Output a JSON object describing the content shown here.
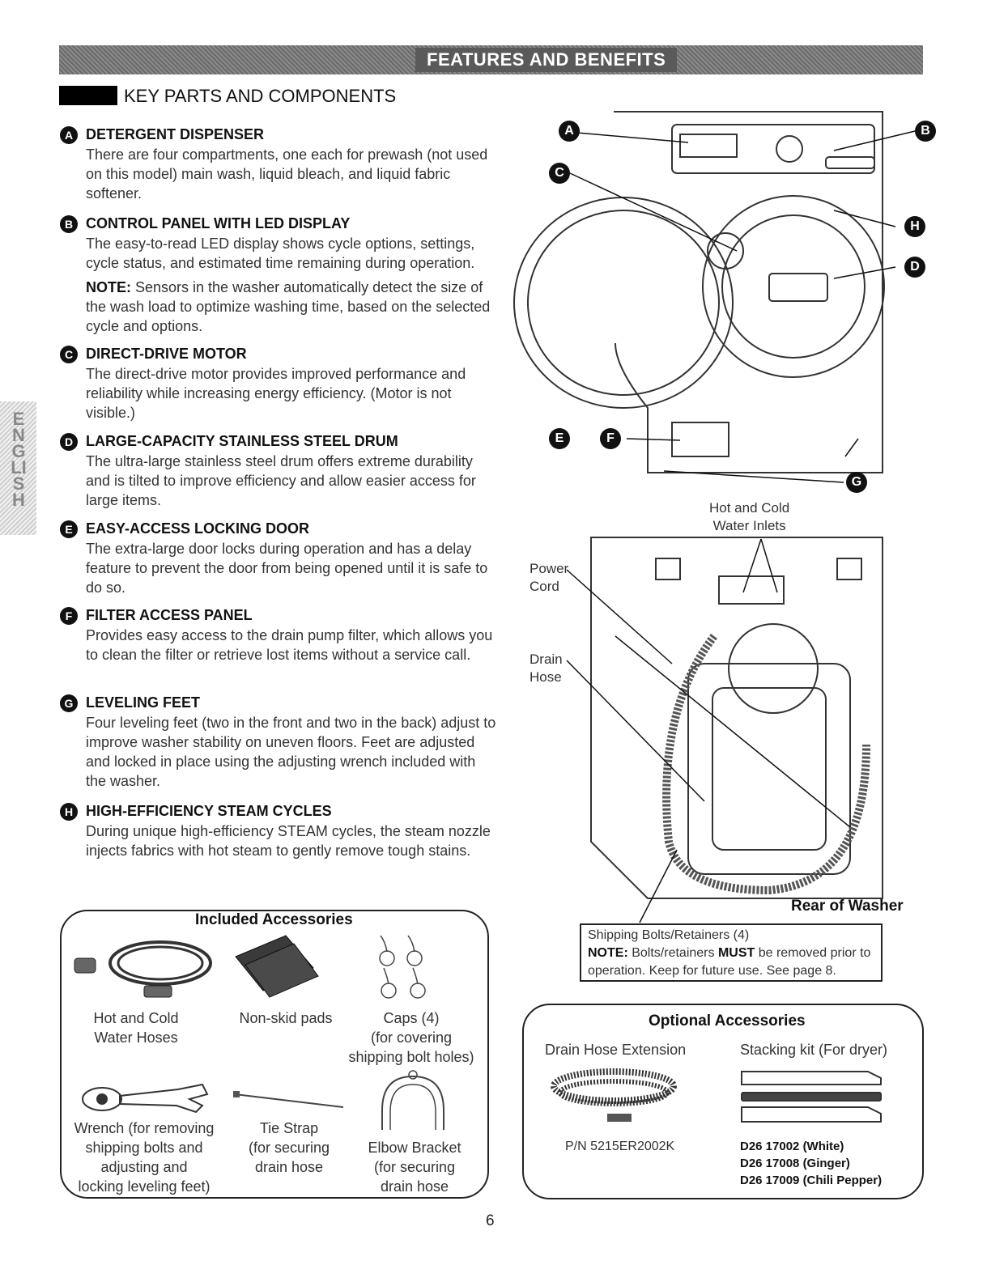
{
  "banner": {
    "title": "FEATURES AND BENEFITS"
  },
  "section": {
    "title": "KEY PARTS AND COMPONENTS"
  },
  "side_tab": {
    "label": "ENGLISH"
  },
  "features": [
    {
      "letter": "A",
      "title": "DETERGENT DISPENSER",
      "body": "There are four compartments, one each for prewash (not used on this model) main wash, liquid bleach, and liquid fabric softener."
    },
    {
      "letter": "B",
      "title": "CONTROL PANEL WITH LED DISPLAY",
      "body": "The easy-to-read LED display shows cycle options, settings, cycle status, and estimated time remaining during operation.",
      "note_label": "NOTE:",
      "note": " Sensors in the washer automatically detect the size of the wash load to optimize washing time, based on the selected cycle and options."
    },
    {
      "letter": "C",
      "title": "DIRECT-DRIVE MOTOR",
      "body": "The direct-drive motor provides improved performance and reliability while increasing energy efficiency. (Motor is not visible.)"
    },
    {
      "letter": "D",
      "title": "LARGE-CAPACITY STAINLESS STEEL DRUM",
      "body": "The ultra-large stainless steel drum offers extreme durability and is tilted to improve efficiency and allow easier access for large items."
    },
    {
      "letter": "E",
      "title": "EASY-ACCESS LOCKING DOOR",
      "body": "The extra-large door locks during operation and has a delay feature to prevent the door from being opened until it is safe to do so."
    },
    {
      "letter": "F",
      "title": "FILTER ACCESS PANEL",
      "body": "Provides easy access to the drain pump filter, which allows you to clean the filter or retrieve lost items without a service call."
    },
    {
      "letter": "G",
      "title": "LEVELING FEET",
      "body": "Four leveling feet (two in the front and two in the back) adjust to improve washer stability on uneven floors. Feet are adjusted and locked in place using the adjusting wrench included with the washer."
    },
    {
      "letter": "H",
      "title": "HIGH-EFFICIENCY STEAM CYCLES",
      "body": "During unique high-efficiency STEAM cycles, the steam nozzle injects fabrics with hot steam to gently remove tough stains."
    }
  ],
  "included": {
    "title": "Included Accessories",
    "items": [
      {
        "label": "Hot and Cold\nWater Hoses",
        "icon": "water-hose-icon"
      },
      {
        "label": "Non-skid pads",
        "icon": "non-skid-pad-icon"
      },
      {
        "label": "Caps (4)\n(for covering\nshipping bolt holes)",
        "icon": "cap-icon"
      },
      {
        "label": "Wrench (for removing\nshipping bolts and\nadjusting and\nlocking leveling feet)",
        "icon": "wrench-icon"
      },
      {
        "label": "Tie Strap\n(for securing\ndrain hose",
        "icon": "tie-strap-icon"
      },
      {
        "label": "Elbow Bracket\n(for securing\ndrain hose",
        "icon": "elbow-bracket-icon"
      }
    ]
  },
  "diagram": {
    "callouts": [
      "A",
      "B",
      "C",
      "H",
      "D",
      "E",
      "F",
      "G"
    ],
    "hot_cold_label": "Hot and Cold\nWater Inlets",
    "power_cord_label": "Power\nCord",
    "drain_hose_label": "Drain\nHose",
    "rear_label": "Rear of Washer",
    "shipping": {
      "line1": "Shipping Bolts/Retainers (4)",
      "note_label": "NOTE:",
      "note_a": " Bolts/retainers ",
      "must": "MUST",
      "note_b": " be removed prior to operation. Keep for future use. See page 8."
    }
  },
  "optional": {
    "title": "Optional Accessories",
    "drain_ext": {
      "label": "Drain Hose Extension",
      "pn": "P/N 5215ER2002K"
    },
    "stacking": {
      "label": "Stacking kit (For dryer)",
      "parts": "D26 17002 (White)\nD26 17008 (Ginger)\nD26 17009 (Chili Pepper)"
    }
  },
  "page_number": "6"
}
